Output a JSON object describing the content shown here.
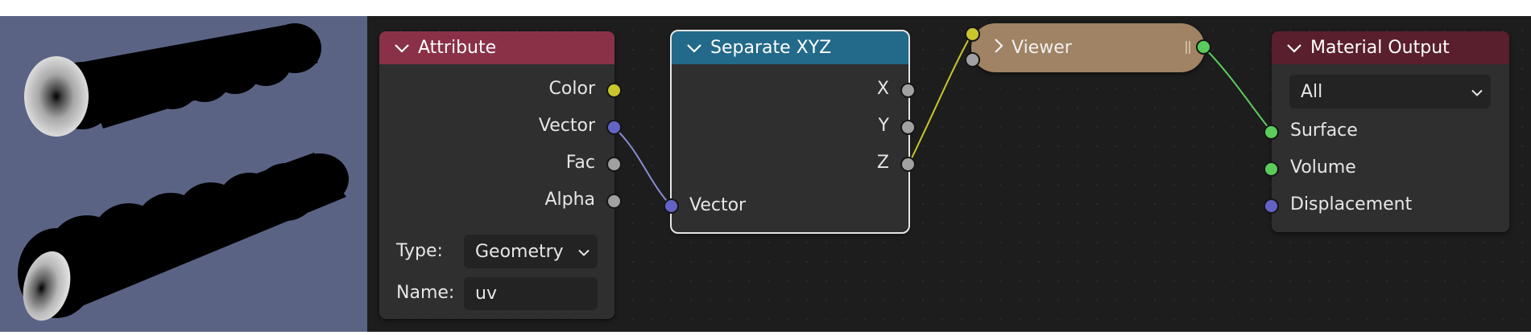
{
  "colors": {
    "viewport_bg": "#5b6385",
    "editor_bg": "#1d1d1d",
    "attribute_header": "#8a3148",
    "separate_header": "#236a8a",
    "viewer_body": "#a08264",
    "material_header": "#5a1f2c",
    "socket_color": "#c9c62e",
    "socket_vector": "#6363c7",
    "socket_float": "#a1a1a1",
    "socket_shader": "#5acc5a"
  },
  "attribute_node": {
    "title": "Attribute",
    "outputs": [
      "Color",
      "Vector",
      "Fac",
      "Alpha"
    ],
    "type_label": "Type:",
    "type_value": "Geometry",
    "name_label": "Name:",
    "name_value": "uv"
  },
  "separate_node": {
    "title": "Separate XYZ",
    "outputs": [
      "X",
      "Y",
      "Z"
    ],
    "input": "Vector"
  },
  "viewer_node": {
    "title": "Viewer"
  },
  "material_node": {
    "title": "Material Output",
    "target_value": "All",
    "inputs": [
      "Surface",
      "Volume",
      "Displacement"
    ]
  }
}
